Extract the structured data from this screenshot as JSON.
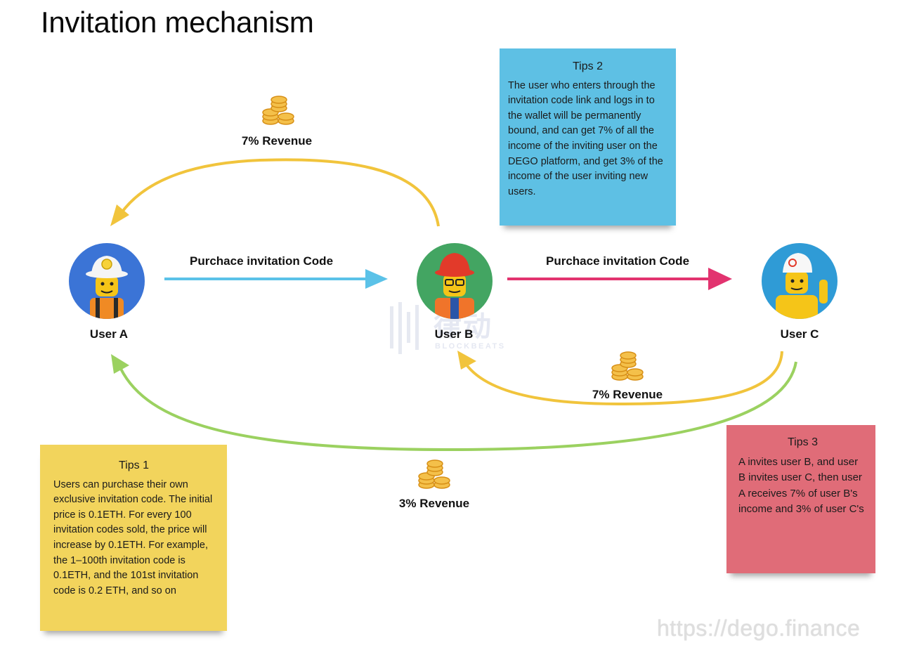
{
  "title": "Invitation mechanism",
  "users": {
    "a": {
      "name": "User A",
      "bg": "#3b74d6"
    },
    "b": {
      "name": "User B",
      "bg": "#43a562"
    },
    "c": {
      "name": "User C",
      "bg": "#2f9bd6"
    }
  },
  "flows": {
    "a_to_b": {
      "label": "Purchace invitation Code",
      "color": "#5bc2e8"
    },
    "b_to_c": {
      "label": "Purchace invitation Code",
      "color": "#e2336f"
    },
    "b_to_a_revenue": {
      "label": "7% Revenue",
      "color": "#f1c43c"
    },
    "c_to_b_revenue": {
      "label": "7% Revenue",
      "color": "#f1c43c"
    },
    "c_to_a_revenue": {
      "label": "3% Revenue",
      "color": "#9bd160"
    }
  },
  "tips": {
    "tip1": {
      "title": "Tips 1",
      "body": "Users can purchase their own exclusive invitation code. The initial price is 0.1ETH. For every 100 invitation codes sold, the price will increase by 0.1ETH. For example, the 1–100th invitation code is 0.1ETH, and the 101st invitation code is 0.2 ETH, and so on",
      "color": "#f2d45c"
    },
    "tip2": {
      "title": "Tips 2",
      "body": "The user who enters through the invitation code link and logs in to the wallet will be permanently bound, and can get 7% of all the income of the inviting user on the DEGO platform, and get 3% of the income of the user inviting new users.",
      "color": "#5ec0e4"
    },
    "tip3": {
      "title": "Tips 3",
      "body": "A invites user B, and user B invites user C, then user A receives 7% of user B's income and 3% of user C's",
      "color": "#e06c78"
    }
  },
  "watermark": {
    "zh": "律动",
    "en": "BLOCKBEATS"
  },
  "url": "https://dego.finance",
  "icons": [
    "coins-icon",
    "lego-miner-icon",
    "lego-worker-icon",
    "lego-swimmer-icon"
  ]
}
